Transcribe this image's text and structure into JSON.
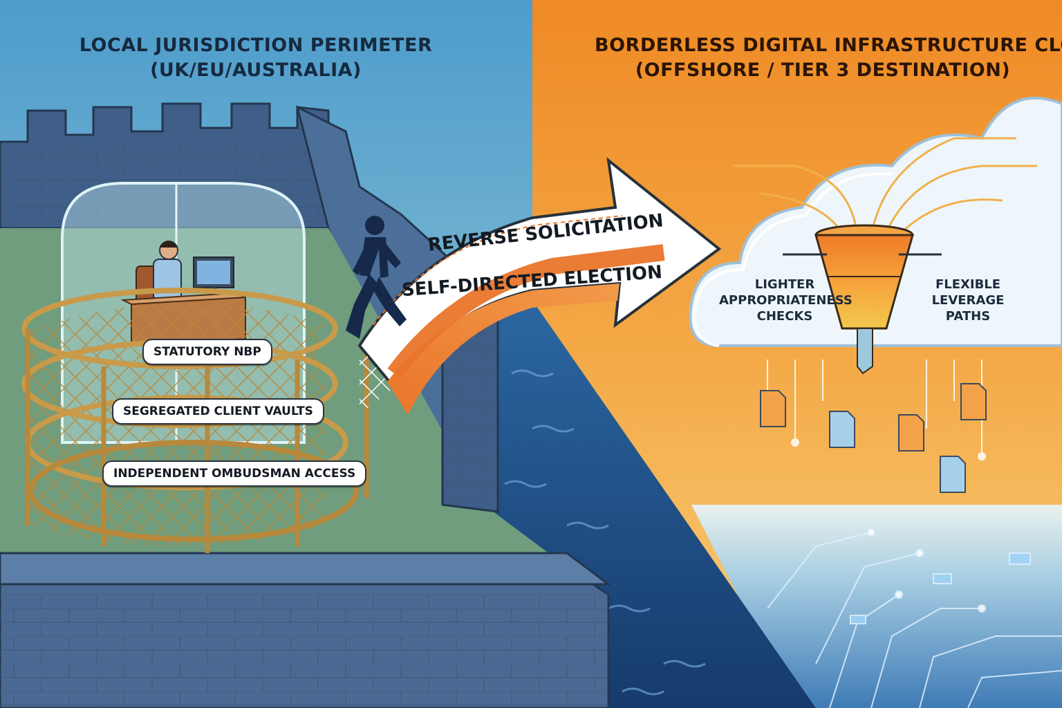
{
  "left_panel": {
    "title_line1": "LOCAL JURISDICTION PERIMETER",
    "title_line2": "(UK/EU/AUSTRALIA)",
    "protections": [
      "STATUTORY NBP",
      "SEGREGATED CLIENT VAULTS",
      "INDEPENDENT OMBUDSMAN ACCESS"
    ]
  },
  "right_panel": {
    "title_line1": "BORDERLESS DIGITAL INFRASTRUCTURE CLOUD",
    "title_line2": "(OFFSHORE / TIER 3 DESTINATION)",
    "left_label": [
      "LIGHTER",
      "APPROPRIATENESS",
      "CHECKS"
    ],
    "right_label": [
      "FLEXIBLE",
      "LEVERAGE",
      "PATHS"
    ]
  },
  "arrow": {
    "label_top": "REVERSE SOLICITATION",
    "label_bottom": "SELF-DIRECTED ELECTION"
  },
  "colors": {
    "sky_blue": "#5fa9d2",
    "orange": "#f08a24",
    "sea": "#1f4f86",
    "stone": "#4e6d94",
    "rope": "#c89a4a"
  },
  "icons": [
    "castle-icon",
    "person-at-desk-icon",
    "walking-person-icon",
    "funnel-icon",
    "cloud-icon",
    "document-icon",
    "circuit-icon",
    "water-icon",
    "rope-net-icon"
  ]
}
